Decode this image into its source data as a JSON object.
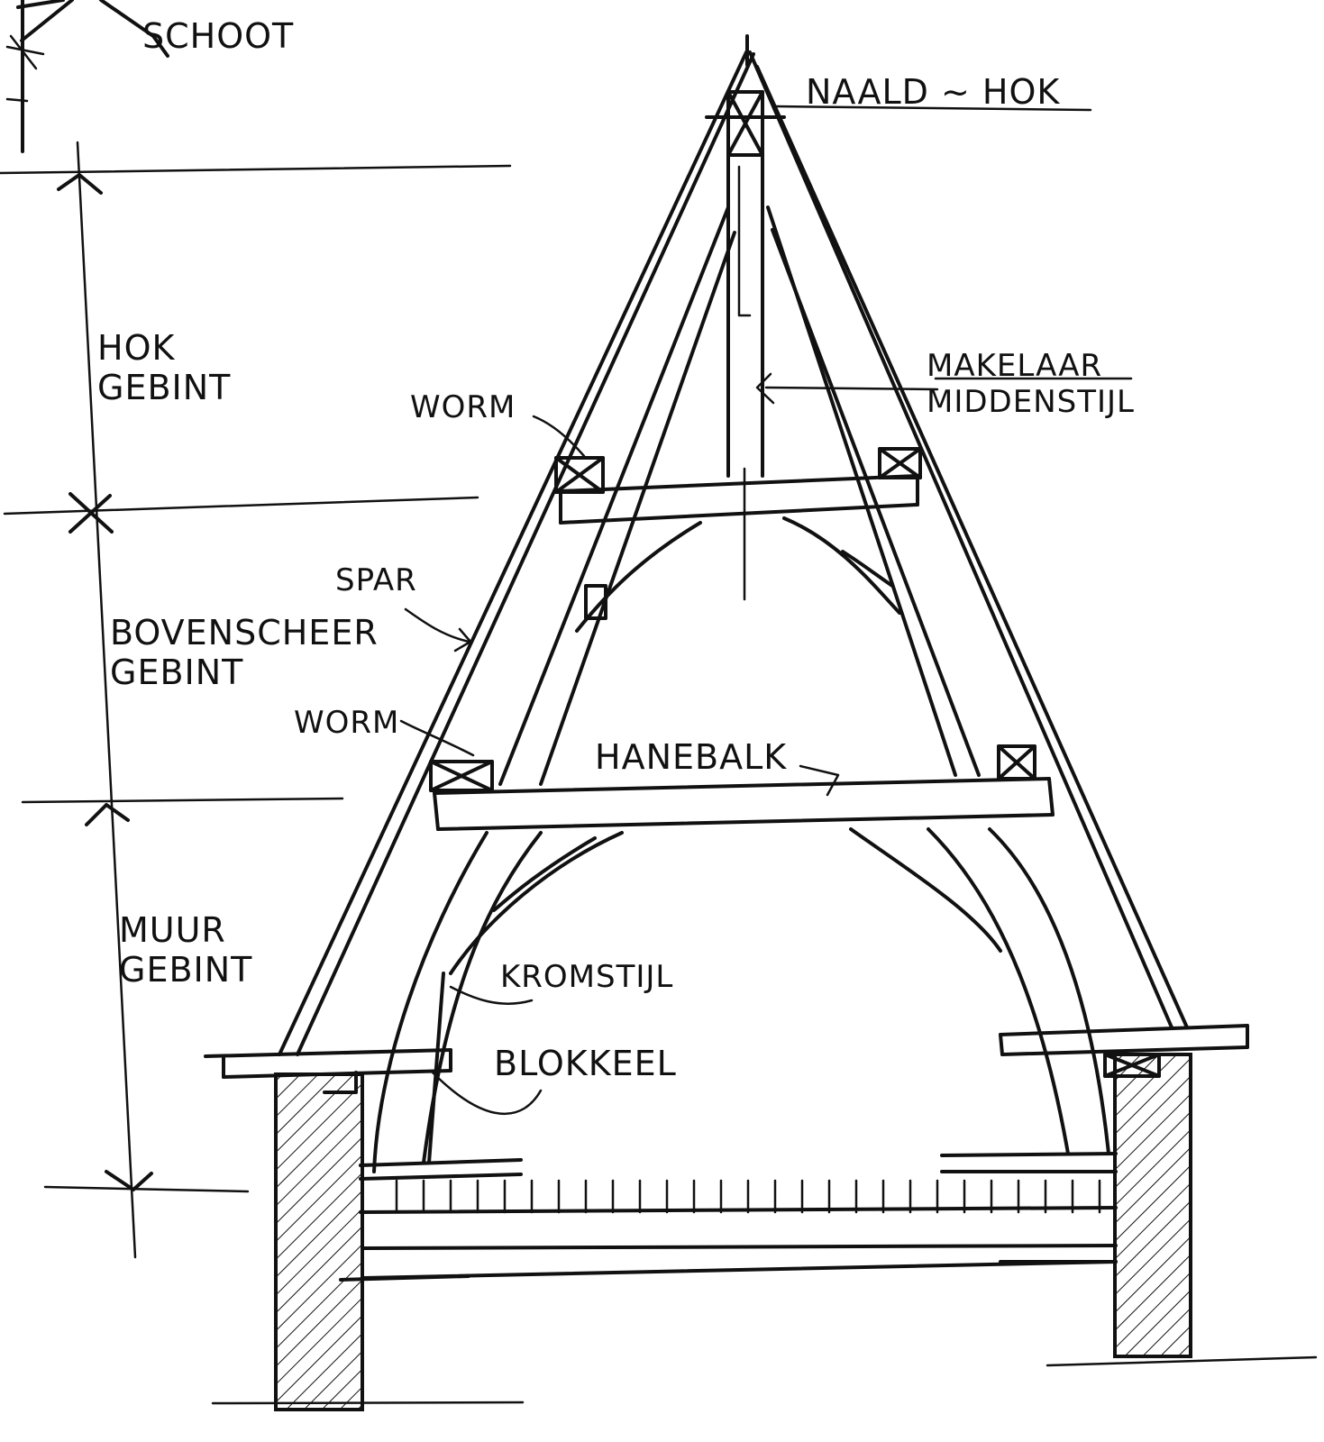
{
  "labels": {
    "schoot": "SCHOOT",
    "naald_hok": "NAALD ~ HOK",
    "hok_line1": "HOK",
    "hok_line2": "GEBINT",
    "worm_upper": "WORM",
    "makelaar": "MAKELAAR",
    "middenstijl": "MIDDENSTIJL",
    "spar": "SPAR",
    "bovenscheer_line1": "BOVENSCHEER",
    "bovenscheer_line2": "GEBINT",
    "worm_lower": "WORM",
    "hanebalk": "HANEBALK",
    "muur_line1": "MUUR",
    "muur_line2": "GEBINT",
    "kromstijl": "KROMSTIJL",
    "blokkeel": "BLOKKEEL"
  },
  "colors": {
    "ink": "#111111",
    "paper": "#ffffff"
  }
}
